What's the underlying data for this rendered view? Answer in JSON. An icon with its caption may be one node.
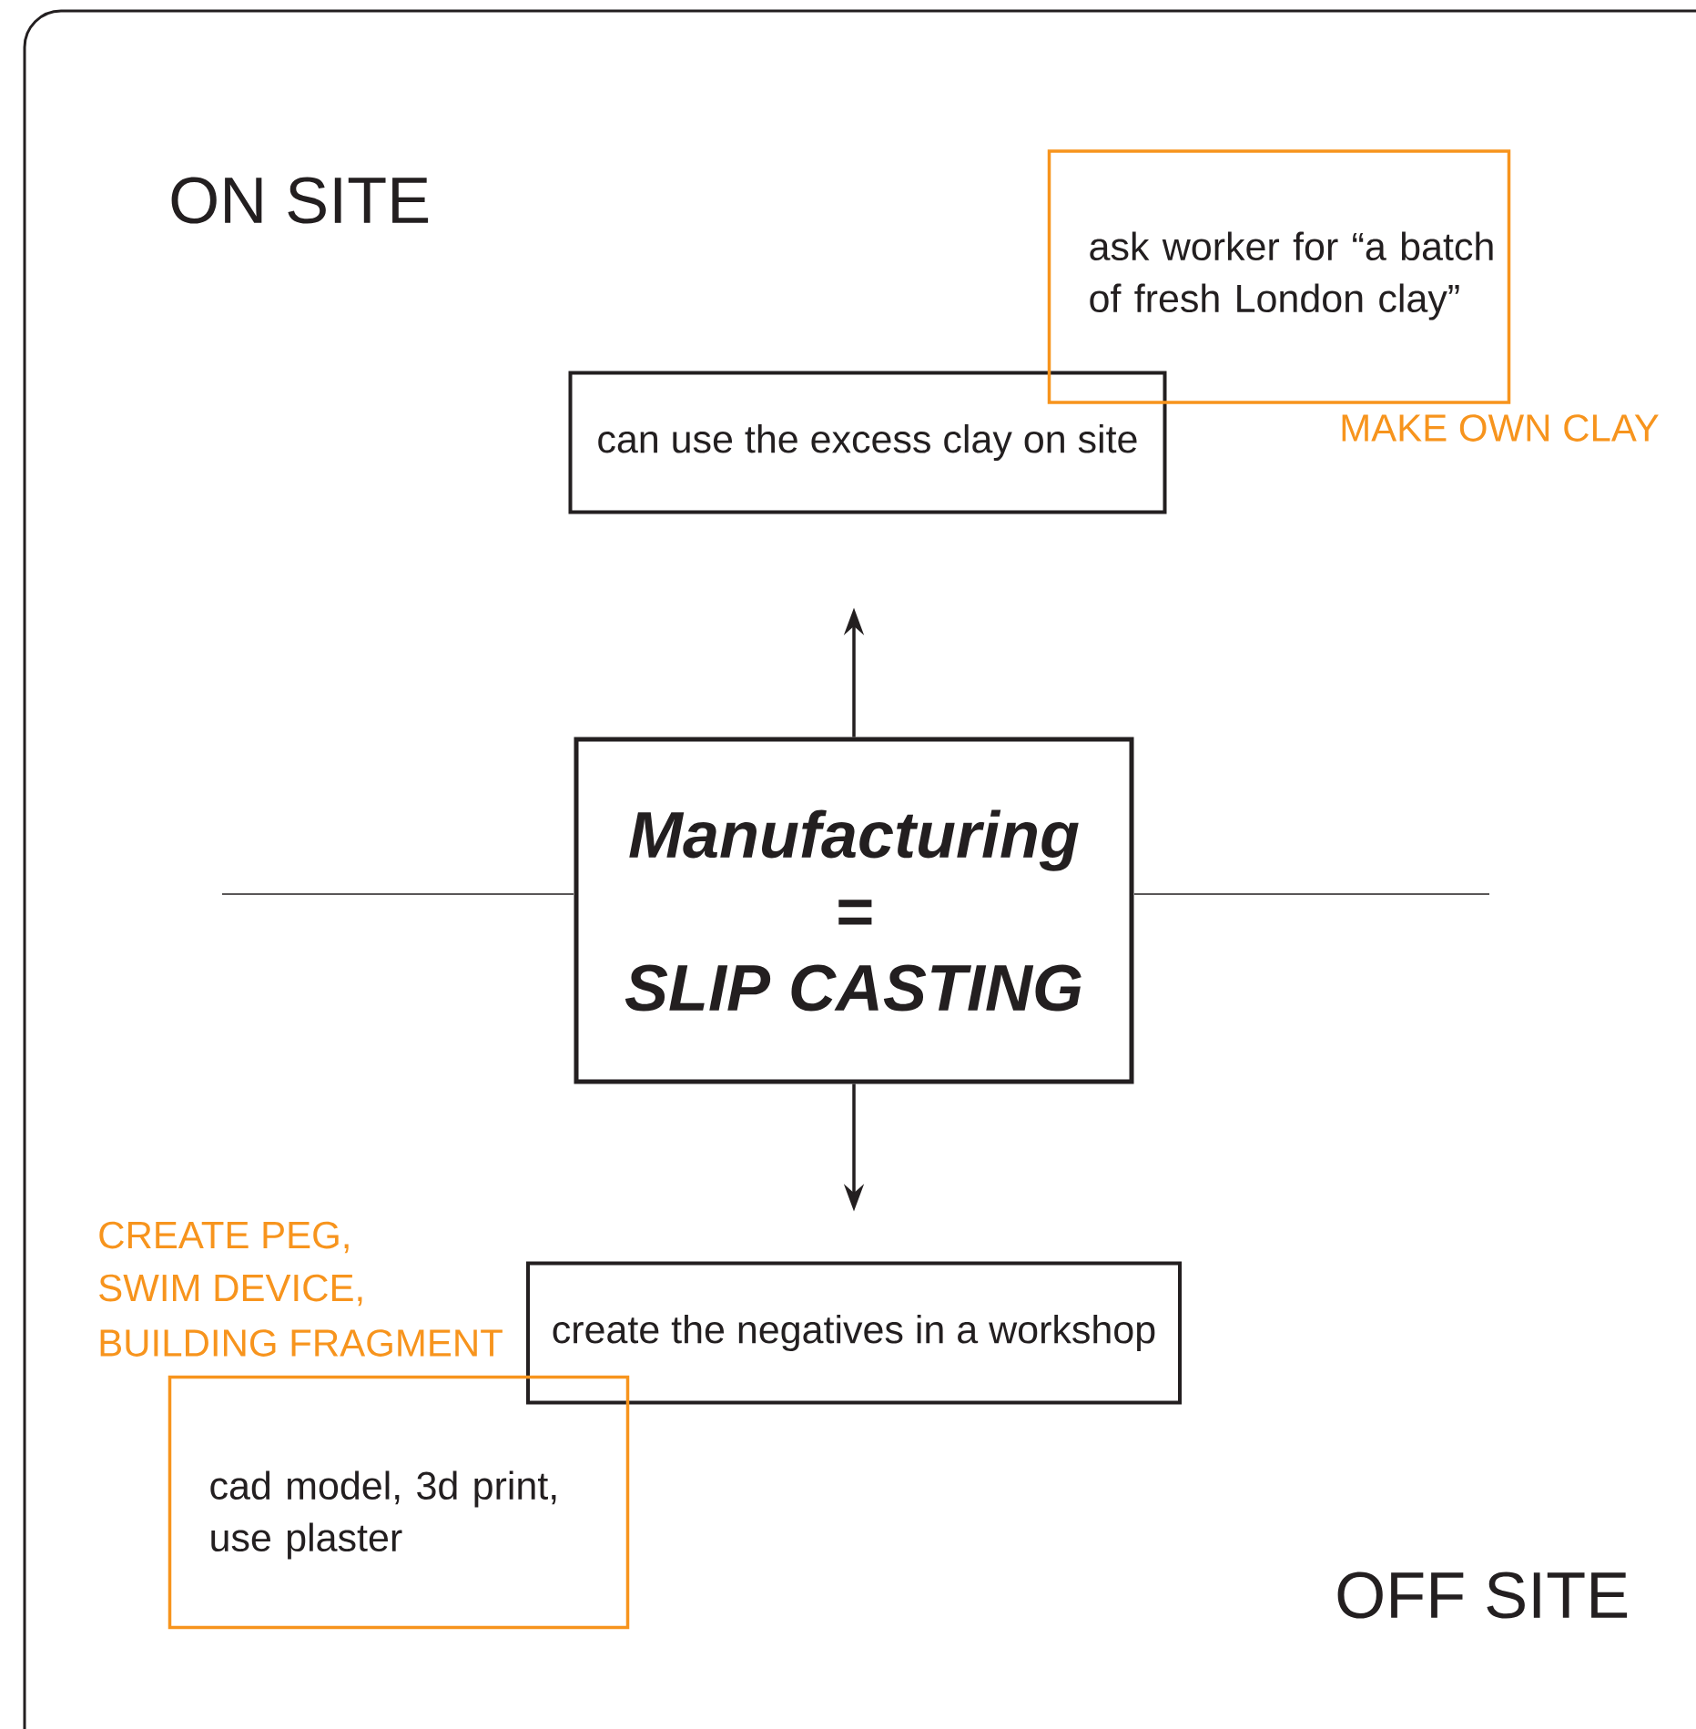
{
  "diagram": {
    "nodes": [
      {
        "text": [
          "Manufacturing",
          "=",
          "SLIP CASTING"
        ]
      },
      {
        "text": [
          "can use the excess clay on site"
        ]
      },
      {
        "text": [
          "ask worker for “a batch of fresh London clay”"
        ],
        "beside": [
          "MAKE OWN CLAY"
        ]
      },
      {
        "text": [
          "create the negatives in a workshop"
        ]
      },
      {
        "text": [
          "cad model, 3d print, use plaster"
        ],
        "beside": [
          "CREATE PEG,",
          "SWIM DEVICE,",
          "BUILDING FRAGMENT"
        ]
      }
    ],
    "edges": [
      {
        "from": 0,
        "to": 1,
        "arrow": "to"
      },
      {
        "from": 0,
        "to": 3,
        "arrow": "to"
      }
    ],
    "labels": [
      "ON SITE",
      "OFF SITE"
    ]
  }
}
